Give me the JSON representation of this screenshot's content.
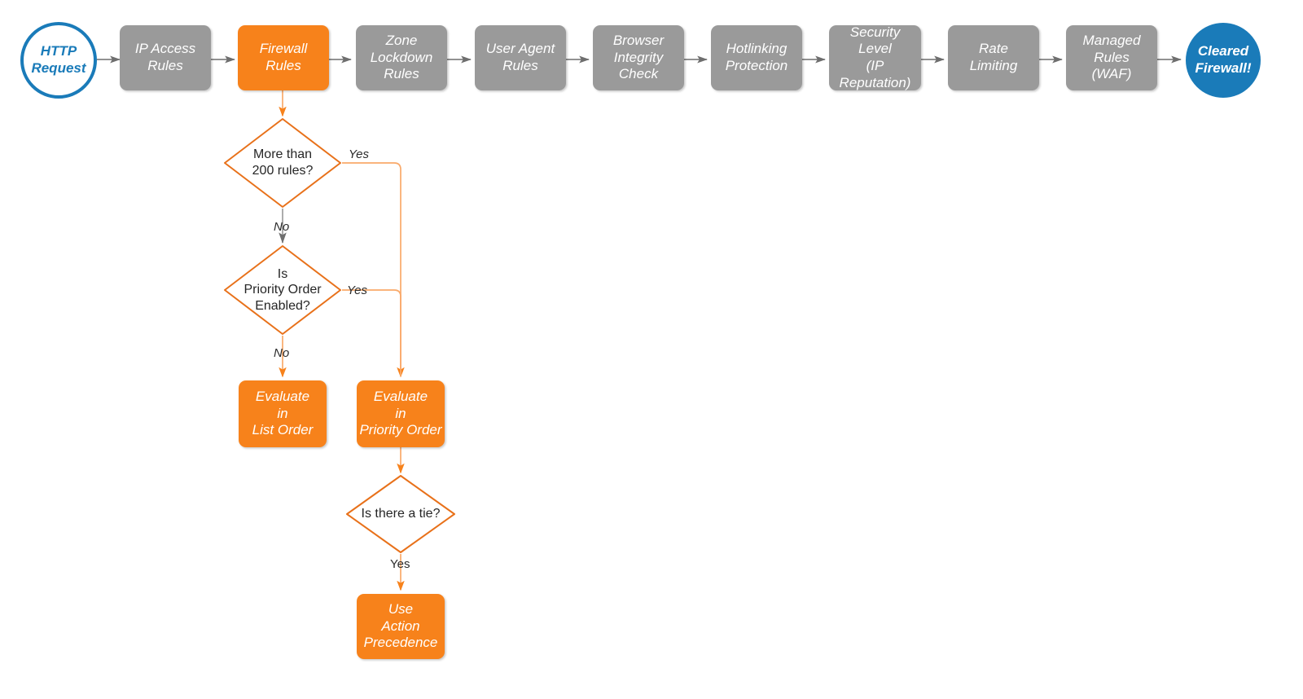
{
  "diagram": {
    "title": "Cloudflare Firewall Rules Evaluation Order",
    "colors": {
      "gray_node": "#9a9a9a",
      "orange_node": "#f7821b",
      "orange_line": "#f7821b",
      "orange_line_light": "#f9a96a",
      "blue_accent": "#1a7bb9",
      "gray_line": "#7a7a7a",
      "text_dark": "#262626",
      "text_light": "#ffffff",
      "background": "#ffffff"
    },
    "pipeline": [
      {
        "id": "http-request",
        "label": "HTTP\nRequest",
        "shape": "circle-hollow"
      },
      {
        "id": "ip-access-rules",
        "label": "IP Access\nRules",
        "shape": "box-gray"
      },
      {
        "id": "firewall-rules",
        "label": "Firewall\nRules",
        "shape": "box-orange"
      },
      {
        "id": "zone-lockdown-rules",
        "label": "Zone\nLockdown\nRules",
        "shape": "box-gray"
      },
      {
        "id": "user-agent-rules",
        "label": "User Agent\nRules",
        "shape": "box-gray"
      },
      {
        "id": "browser-integrity-check",
        "label": "Browser\nIntegrity\nCheck",
        "shape": "box-gray"
      },
      {
        "id": "hotlinking-protection",
        "label": "Hotlinking\nProtection",
        "shape": "box-gray"
      },
      {
        "id": "security-level",
        "label": "Security\nLevel\n(IP Reputation)",
        "shape": "box-gray"
      },
      {
        "id": "rate-limiting",
        "label": "Rate\nLimiting",
        "shape": "box-gray"
      },
      {
        "id": "managed-rules-waf",
        "label": "Managed\nRules\n(WAF)",
        "shape": "box-gray"
      },
      {
        "id": "cleared-firewall",
        "label": "Cleared\nFirewall!",
        "shape": "circle-filled"
      }
    ],
    "decisions": [
      {
        "id": "more-than-200-rules",
        "label": "More than\n200 rules?"
      },
      {
        "id": "is-priority-order-enabled",
        "label": "Is\nPriority Order\nEnabled?"
      },
      {
        "id": "is-there-a-tie",
        "label": "Is there a tie?"
      }
    ],
    "outcomes": [
      {
        "id": "evaluate-in-list-order",
        "label": "Evaluate\nin\nList Order"
      },
      {
        "id": "evaluate-in-priority-order",
        "label": "Evaluate\nin\nPriority Order"
      },
      {
        "id": "use-action-precedence",
        "label": "Use\nAction\nPrecedence"
      }
    ],
    "edge_labels": [
      {
        "id": "yes-more-than-200",
        "text": "Yes"
      },
      {
        "id": "no-more-than-200",
        "text": "No"
      },
      {
        "id": "yes-priority-order",
        "text": "Yes"
      },
      {
        "id": "no-priority-order",
        "text": "No"
      },
      {
        "id": "yes-is-there-a-tie",
        "text": "Yes"
      }
    ]
  }
}
